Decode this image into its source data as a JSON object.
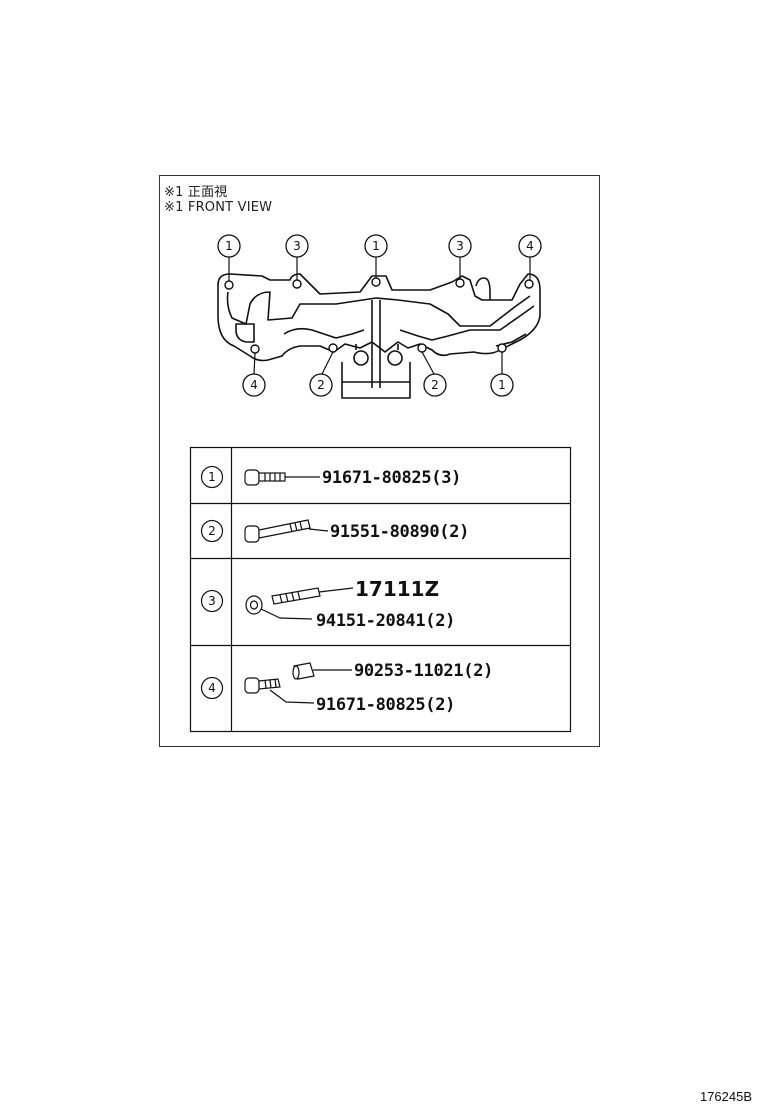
{
  "view_note": {
    "line_jp": "※1 正面視",
    "line_en": "※1 FRONT VIEW"
  },
  "callouts": {
    "top": [
      "1",
      "3",
      "1",
      "3",
      "4"
    ],
    "bottom": [
      "4",
      "2",
      "2",
      "1"
    ]
  },
  "parts_table": [
    {
      "ref": "1",
      "parts": [
        "91671-80825(3)"
      ]
    },
    {
      "ref": "2",
      "parts": [
        "91551-80890(2)"
      ]
    },
    {
      "ref": "3",
      "parts": [
        "17111Z",
        "94151-20841(2)"
      ]
    },
    {
      "ref": "4",
      "parts": [
        "90253-11021(2)",
        "91671-80825(2)"
      ]
    }
  ],
  "doc_id": "176245B"
}
